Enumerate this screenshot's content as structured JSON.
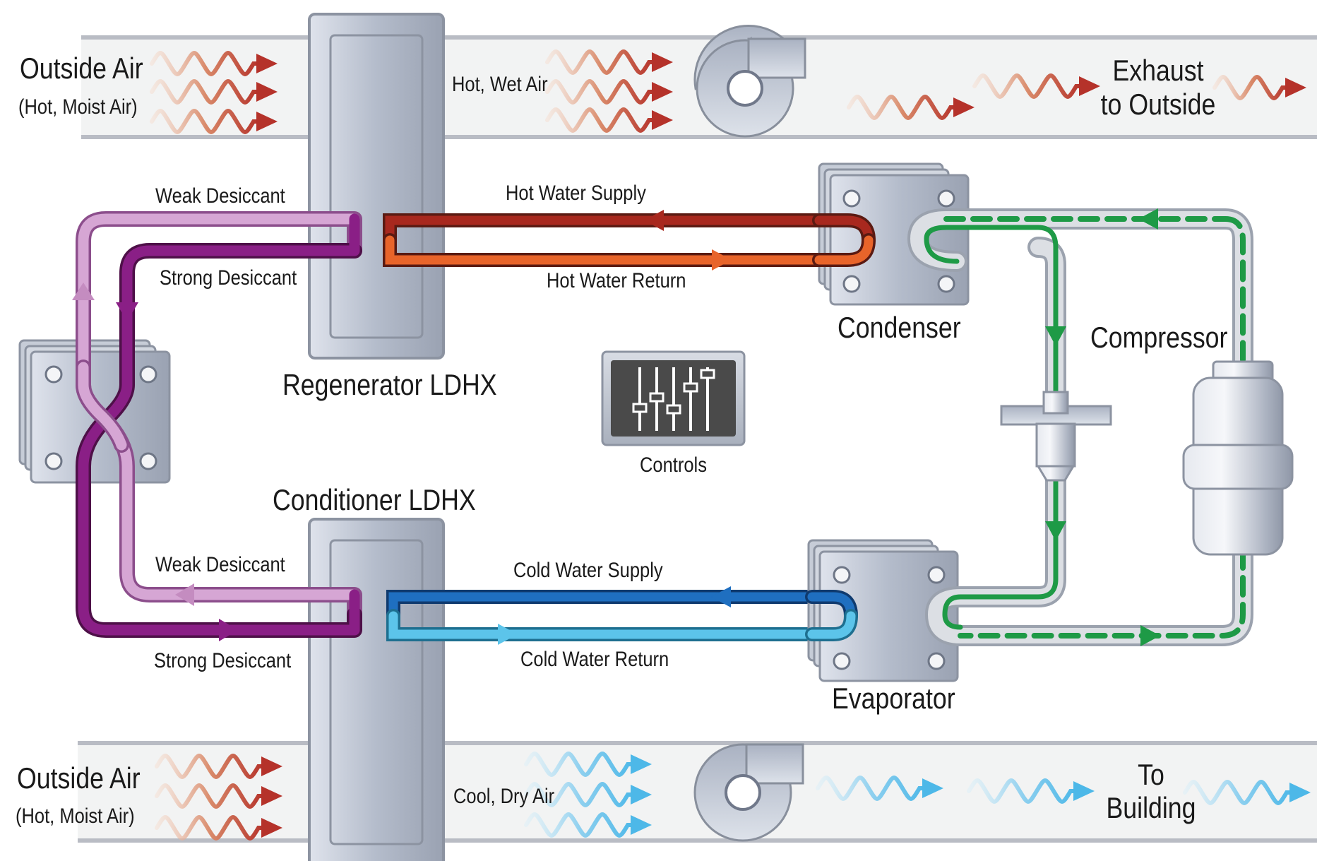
{
  "top_duct": {
    "inlet_title": "Outside Air",
    "inlet_sub": "(Hot, Moist Air)",
    "mid_label": "Hot, Wet Air",
    "outlet_line1": "Exhaust",
    "outlet_line2": "to Outside"
  },
  "bottom_duct": {
    "inlet_title": "Outside Air",
    "inlet_sub": "(Hot, Moist Air)",
    "mid_label": "Cool, Dry Air",
    "outlet_line1": "To",
    "outlet_line2": "Building"
  },
  "components": {
    "regenerator": "Regenerator LDHX",
    "conditioner": "Conditioner LDHX",
    "condenser": "Condenser",
    "evaporator": "Evaporator",
    "compressor": "Compressor",
    "controls": "Controls"
  },
  "flows": {
    "weak_desiccant_top": "Weak Desiccant",
    "strong_desiccant_top": "Strong Desiccant",
    "weak_desiccant_bottom": "Weak Desiccant",
    "strong_desiccant_bottom": "Strong Desiccant",
    "hot_water_supply": "Hot Water Supply",
    "hot_water_return": "Hot Water Return",
    "cold_water_supply": "Cold Water Supply",
    "cold_water_return": "Cold Water Return"
  },
  "colors": {
    "hot_air": "#b5322a",
    "cool_air": "#4db8e8",
    "weak_desiccant": "#c48cc0",
    "strong_desiccant": "#8a1f86",
    "hot_supply": "#a8281e",
    "hot_return": "#e8642a",
    "cold_supply": "#1f6fc0",
    "cold_return": "#5cc4ea",
    "refrigerant": "#1e9a46"
  }
}
